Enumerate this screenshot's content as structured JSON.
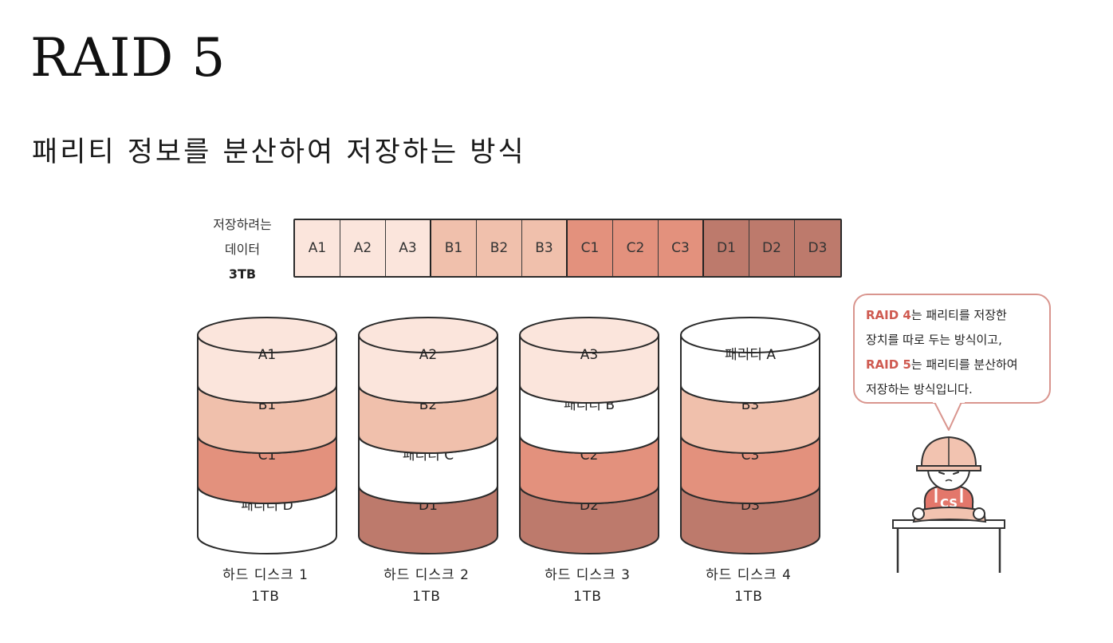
{
  "title": "RAID 5",
  "subtitle": "패리티 정보를 분산하여 저장하는 방식",
  "data_label": {
    "line1": "저장하려는",
    "line2": "데이터",
    "size": "3TB"
  },
  "colors": {
    "a": "#fbe5dc",
    "b": "#f0c0ac",
    "c": "#e3917d",
    "d": "#bd7a6c",
    "parity": "#ffffff",
    "highlight": "#cf5a50",
    "outline": "#2b2b2b"
  },
  "segments": [
    {
      "label": "A1",
      "group": "a"
    },
    {
      "label": "A2",
      "group": "a"
    },
    {
      "label": "A3",
      "group": "a"
    },
    {
      "label": "B1",
      "group": "b"
    },
    {
      "label": "B2",
      "group": "b"
    },
    {
      "label": "B3",
      "group": "b"
    },
    {
      "label": "C1",
      "group": "c"
    },
    {
      "label": "C2",
      "group": "c"
    },
    {
      "label": "C3",
      "group": "c"
    },
    {
      "label": "D1",
      "group": "d"
    },
    {
      "label": "D2",
      "group": "d"
    },
    {
      "label": "D3",
      "group": "d"
    }
  ],
  "disks": [
    {
      "name": "하드 디스크 1",
      "capacity": "1TB",
      "blocks": [
        {
          "label": "A1",
          "group": "a"
        },
        {
          "label": "B1",
          "group": "b"
        },
        {
          "label": "C1",
          "group": "c"
        },
        {
          "label": "패리티 D",
          "group": "parity"
        }
      ]
    },
    {
      "name": "하드 디스크 2",
      "capacity": "1TB",
      "blocks": [
        {
          "label": "A2",
          "group": "a"
        },
        {
          "label": "B2",
          "group": "b"
        },
        {
          "label": "패리티 C",
          "group": "parity"
        },
        {
          "label": "D1",
          "group": "d"
        }
      ]
    },
    {
      "name": "하드 디스크 3",
      "capacity": "1TB",
      "blocks": [
        {
          "label": "A3",
          "group": "a"
        },
        {
          "label": "패리티 B",
          "group": "parity"
        },
        {
          "label": "C2",
          "group": "c"
        },
        {
          "label": "D2",
          "group": "d"
        }
      ]
    },
    {
      "name": "하드 디스크 4",
      "capacity": "1TB",
      "blocks": [
        {
          "label": "패리티 A",
          "group": "parity"
        },
        {
          "label": "B3",
          "group": "b"
        },
        {
          "label": "C3",
          "group": "c"
        },
        {
          "label": "D3",
          "group": "d"
        }
      ]
    }
  ],
  "callout": {
    "line1_hl": "RAID 4",
    "line1_rest": "는 패리티를 저장한",
    "line2": "장치를 따로 두는 방식이고,",
    "line3_hl": "RAID 5",
    "line3_rest": "는 패리티를 분산하여",
    "line4": "저장하는 방식입니다."
  },
  "mascot": {
    "shirt_text": "CS"
  }
}
